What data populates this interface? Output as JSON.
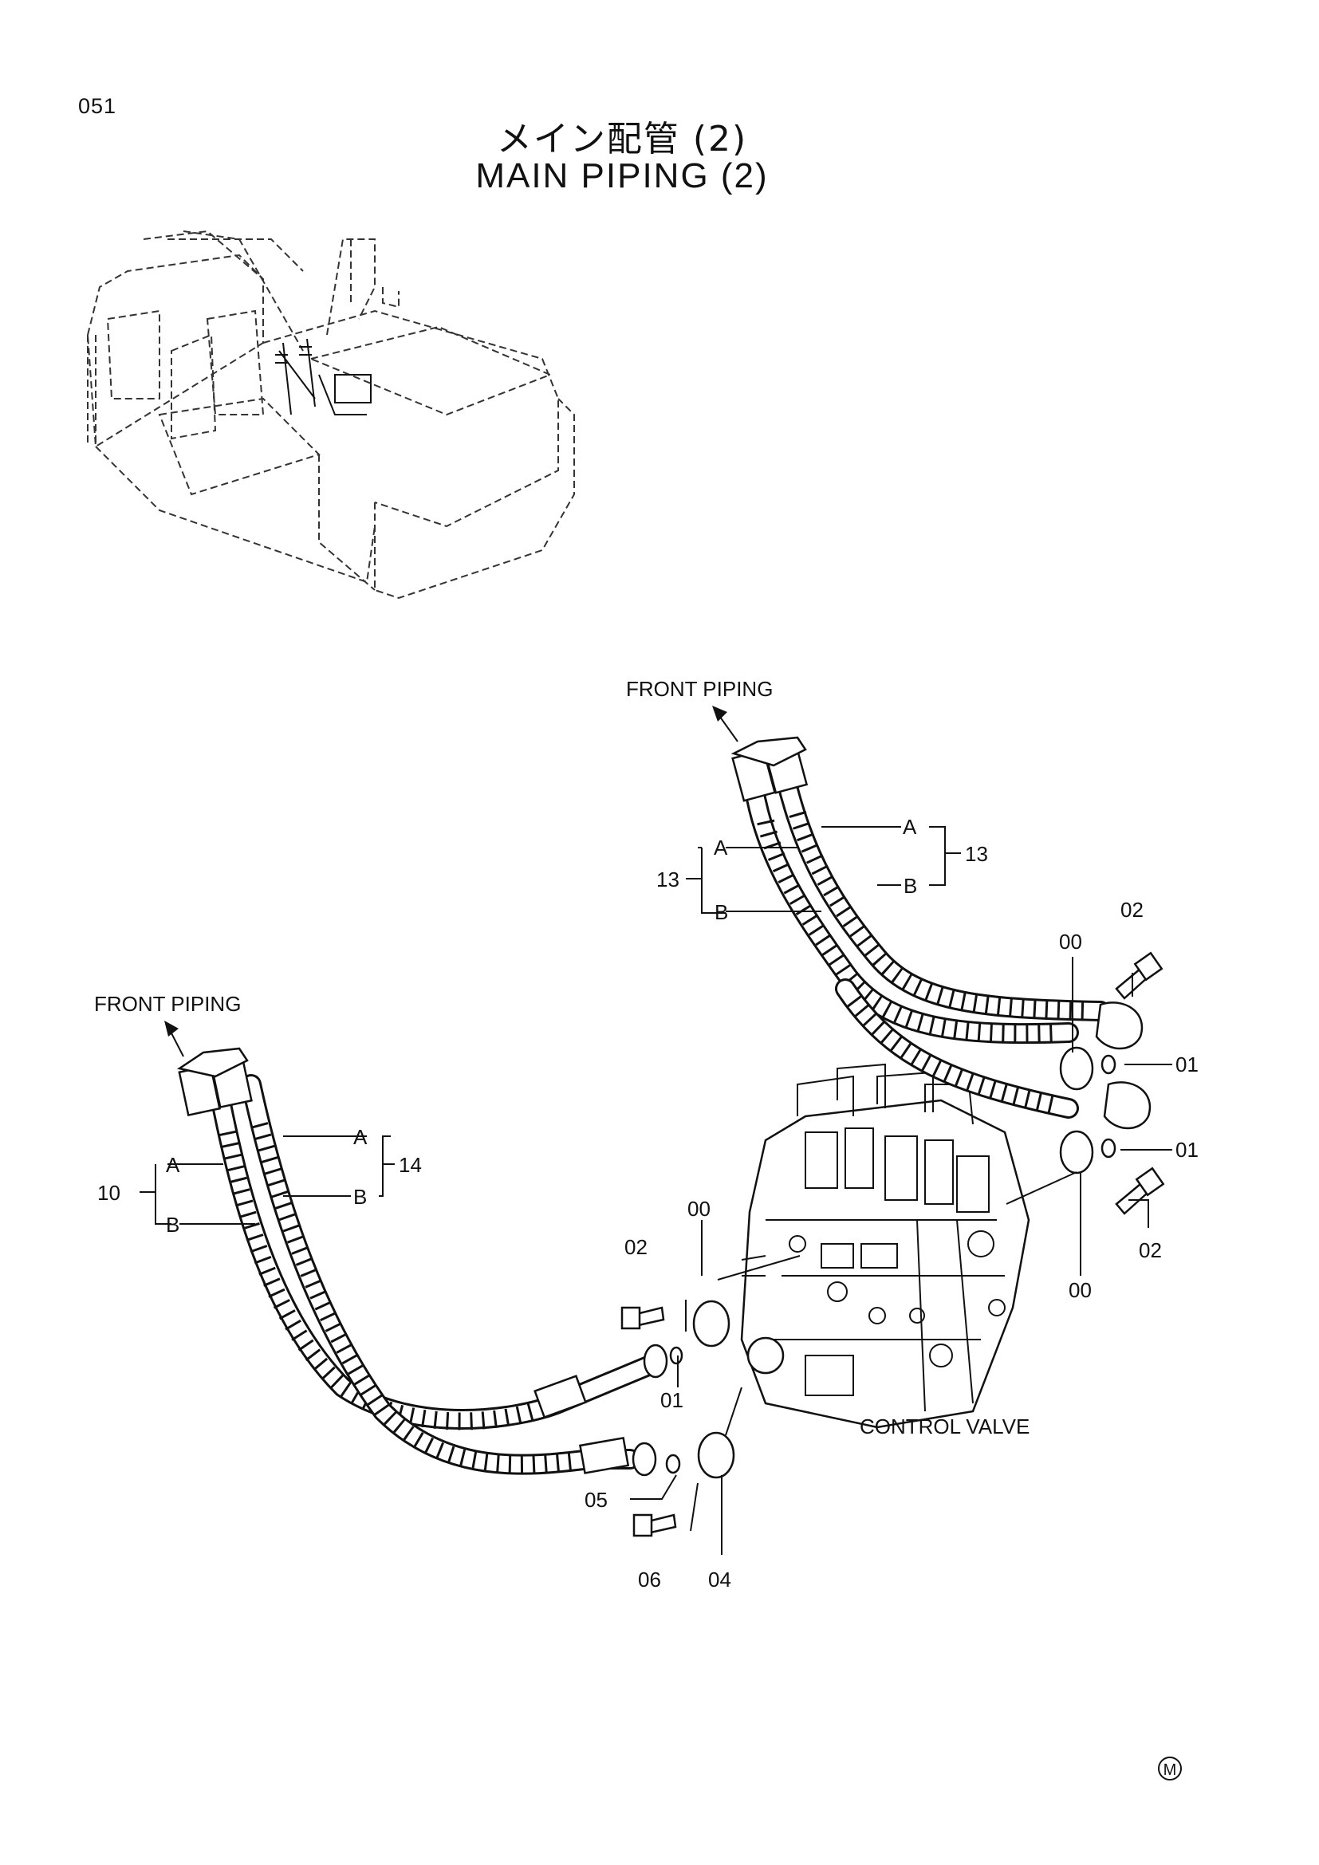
{
  "page": {
    "number": "051",
    "title_ja": "メイン配管 (2)",
    "title_en": "MAIN PIPING (2)",
    "mark": "M"
  },
  "labels": {
    "front_piping_top": "FRONT PIPING",
    "front_piping_left": "FRONT PIPING",
    "control_valve": "CONTROL VALVE"
  },
  "callouts": {
    "top_A_right": "A",
    "top_B_right": "B",
    "top_13_right": "13",
    "top_A_left": "A",
    "top_B_left": "B",
    "top_13_left": "13",
    "left_A": "A",
    "left_B": "B",
    "left_10": "10",
    "left_A_right": "A",
    "left_B_right": "B",
    "left_14": "14",
    "c02_top_right": "02",
    "c00_top_right": "00",
    "c01_upper": "01",
    "c01_middle": "01",
    "c02_right": "02",
    "c00_bottom_right": "00",
    "c00_center": "00",
    "c02_center": "02",
    "c01_center": "01",
    "c05": "05",
    "c06": "06",
    "c04": "04"
  }
}
